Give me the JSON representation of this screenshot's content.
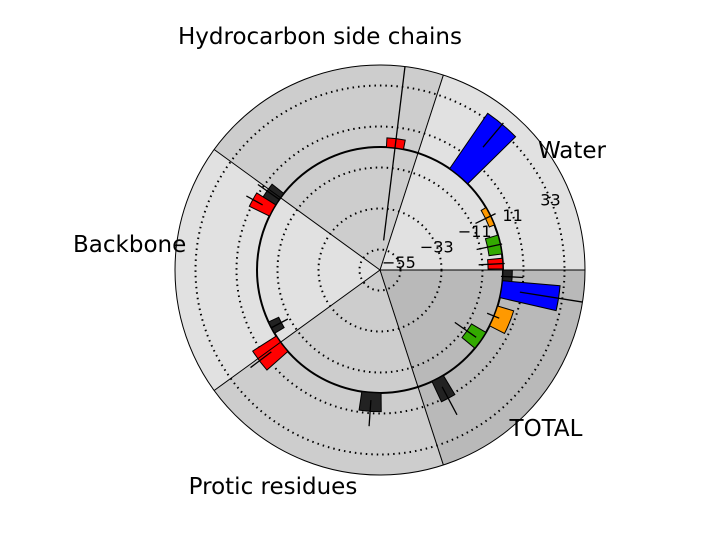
{
  "chart_data": {
    "type": "bar",
    "subtype": "polar-grouped-bar",
    "r_ticks": [
      -55,
      -33,
      -11,
      11,
      33
    ],
    "r_tick_labels": [
      "−55",
      "−33",
      "−11",
      "11",
      "33"
    ],
    "r_range": [
      -66,
      44
    ],
    "zero_circle": true,
    "grid": true,
    "sectors": [
      {
        "name": "TOTAL",
        "label": "TOTAL",
        "span_deg": [
          -72,
          0
        ],
        "shade": "#b9b9b9"
      },
      {
        "name": "Water",
        "label": "Water",
        "span_deg": [
          0,
          72
        ],
        "shade": "#e1e1e1"
      },
      {
        "name": "Hydrocarbon side chains",
        "label": "Hydrocarbon side chains",
        "span_deg": [
          72,
          144
        ],
        "shade": "#cdcdcd"
      },
      {
        "name": "Backbone",
        "label": "Backbone",
        "span_deg": [
          144,
          216
        ],
        "shade": "#e1e1e1"
      },
      {
        "name": "Protic residues",
        "label": "Protic residues",
        "span_deg": [
          216,
          288
        ],
        "shade": "#cdcdcd"
      }
    ],
    "series_colors": [
      "#222222",
      "#ff0000",
      "#33ff33",
      "#ff9900",
      "#0000ff"
    ],
    "bars": [
      {
        "sector": "TOTAL",
        "angle_deg": -3,
        "width_deg": 6,
        "r0": 0,
        "r1": 5,
        "color": "#222222",
        "err_in": -1,
        "err_out": 11
      },
      {
        "sector": "TOTAL",
        "angle_deg": -9,
        "width_deg": 8,
        "r0": 0,
        "r1": 31,
        "color": "#0000ff",
        "err_in": 10,
        "err_out": 44
      },
      {
        "sector": "TOTAL",
        "angle_deg": -22,
        "width_deg": 10,
        "r0": 0,
        "r1": 9,
        "color": "#ff9900",
        "err_in": -4,
        "err_out": 3
      },
      {
        "sector": "TOTAL",
        "angle_deg": -35,
        "width_deg": 9,
        "r0": 0,
        "r1": -9,
        "color": "#33aa00",
        "err_in": -17,
        "err_out": -3
      },
      {
        "sector": "TOTAL",
        "angle_deg": -62,
        "width_deg": 6,
        "r0": 0,
        "r1": 12,
        "color": "#222222",
        "err_in": 5,
        "err_out": 22
      },
      {
        "sector": "Water",
        "angle_deg": 3,
        "width_deg": 5,
        "r0": 0,
        "r1": -8,
        "color": "#ff0000",
        "err_in": -13,
        "err_out": 1
      },
      {
        "sector": "Water",
        "angle_deg": 12,
        "width_deg": 9,
        "r0": 0,
        "r1": -7,
        "color": "#33aa00",
        "err_in": -13,
        "err_out": 1
      },
      {
        "sector": "Water",
        "angle_deg": 26,
        "width_deg": 9,
        "r0": 0,
        "r1": -3,
        "color": "#ff9900",
        "err_in": -9,
        "err_out": 3
      },
      {
        "sector": "Water",
        "angle_deg": 50,
        "width_deg": 11,
        "r0": 0,
        "r1": 36,
        "color": "#0000ff",
        "err_in": 20,
        "err_out": 37
      },
      {
        "sector": "Hydrocarbon side chains",
        "angle_deg": 83,
        "width_deg": 8,
        "r0": 0,
        "r1": 5,
        "color": "#ff0000",
        "err_in": -50,
        "err_out": 44
      },
      {
        "sector": "Backbone",
        "angle_deg": 145,
        "width_deg": 7,
        "r0": 0,
        "r1": 8,
        "color": "#222222",
        "err_in": 0,
        "err_out": 14
      },
      {
        "sector": "Backbone",
        "angle_deg": 151,
        "width_deg": 6,
        "r0": 0,
        "r1": 12,
        "color": "#ff0000",
        "err_in": 6,
        "err_out": 16
      },
      {
        "sector": "Protic residues",
        "angle_deg": 208,
        "width_deg": 6,
        "r0": 0,
        "r1": -6,
        "color": "#222222",
        "err_in": -10,
        "err_out": 0
      },
      {
        "sector": "Protic residues",
        "angle_deg": 217,
        "width_deg": 9,
        "r0": 0,
        "r1": 15,
        "color": "#ff0000",
        "err_in": 7,
        "err_out": 21
      },
      {
        "sector": "Protic residues",
        "angle_deg": 266,
        "width_deg": 9,
        "r0": 0,
        "r1": 10,
        "color": "#222222",
        "err_in": 4,
        "err_out": 18
      }
    ]
  }
}
